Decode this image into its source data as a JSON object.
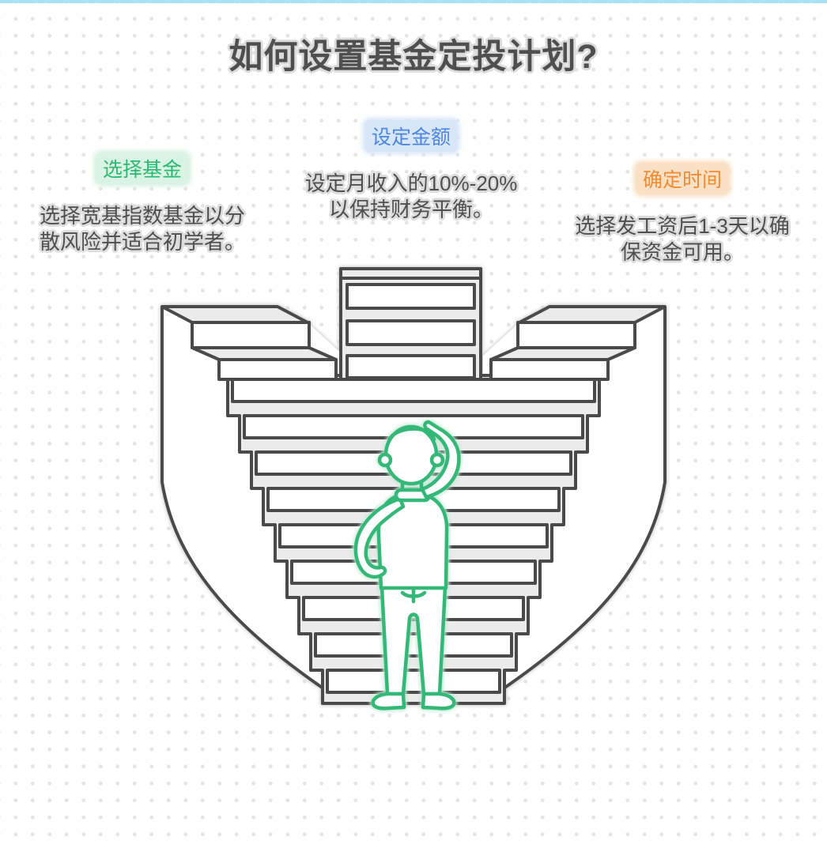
{
  "page": {
    "title": "如何设置基金定投计划?",
    "top_bar_color": "#a8e2f4",
    "background": "white with light-gray dot grid",
    "text_color": "#4f4f4f"
  },
  "steps": [
    {
      "label": "选择基金",
      "description": "选择宽基指数基金以分\n散风险并适合初学者。",
      "accent_color": "#2db872",
      "highlight_color": "#d9f3e5"
    },
    {
      "label": "设定金额",
      "description": "设定月收入的10%-20%\n以保持财务平衡。",
      "accent_color": "#4f86e0",
      "highlight_color": "#d8e6fa"
    },
    {
      "label": "确定时间",
      "description": "选择发工资后1-3天以确\n保资金可用。",
      "accent_color": "#ee8b35",
      "highlight_color": "#fae1c6"
    }
  ],
  "illustration": {
    "name": "person-scratching-head-before-converging-staircase",
    "figure_color": "#34b878",
    "line_color": "#4a4a4a"
  }
}
